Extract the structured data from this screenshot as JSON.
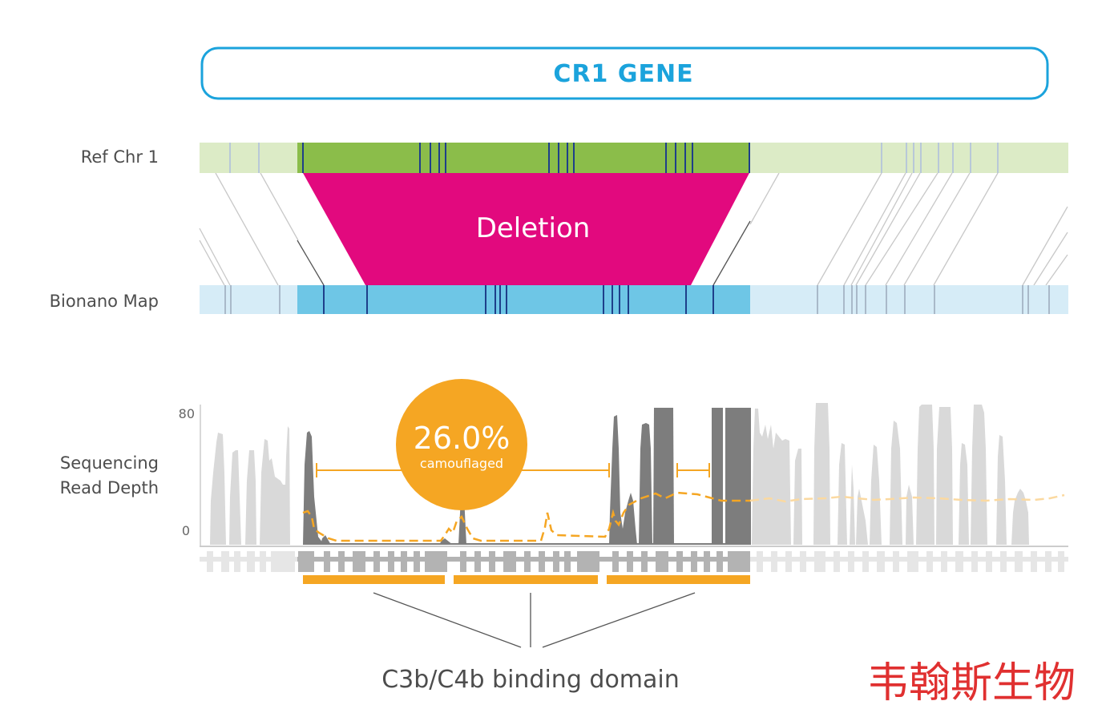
{
  "gene_title": "CR1 GENE",
  "labels": {
    "ref_chr": "Ref Chr 1",
    "bionano": "Bionano Map",
    "depth_line1": "Sequencing",
    "depth_line2": "Read Depth"
  },
  "axis": {
    "max": "80",
    "min": "0"
  },
  "deletion_label": "Deletion",
  "callout": {
    "percent": "26.0%",
    "caption": "camouflaged"
  },
  "domain_label": "C3b/C4b binding domain",
  "watermark": "韦翰斯生物",
  "colors": {
    "gene_blue": "#1ba3dc",
    "ref_light": "#dcebc6",
    "ref_dark": "#8bbd4a",
    "bionano_light": "#d6ecf7",
    "bionano_dark": "#6ec6e6",
    "deletion": "#e2097e",
    "orange": "#f5a623",
    "depth_light": "#d9d9d9",
    "depth_dark": "#7d7d7d"
  }
}
